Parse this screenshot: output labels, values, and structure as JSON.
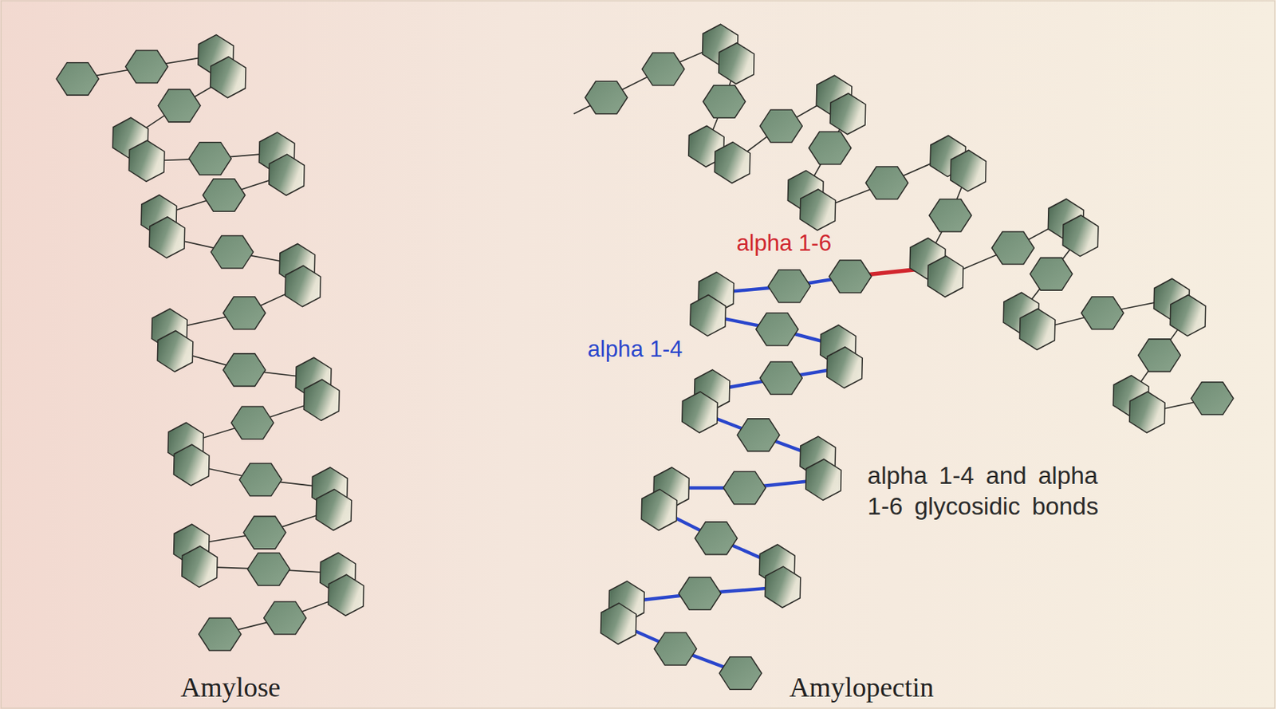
{
  "diagram": {
    "labels": [
      "alpha 1-6",
      "alpha 1-4",
      "alpha 1-4 and alpha 1-6 glycosidic bonds",
      "Amylose",
      "Amylopectin"
    ]
  }
}
